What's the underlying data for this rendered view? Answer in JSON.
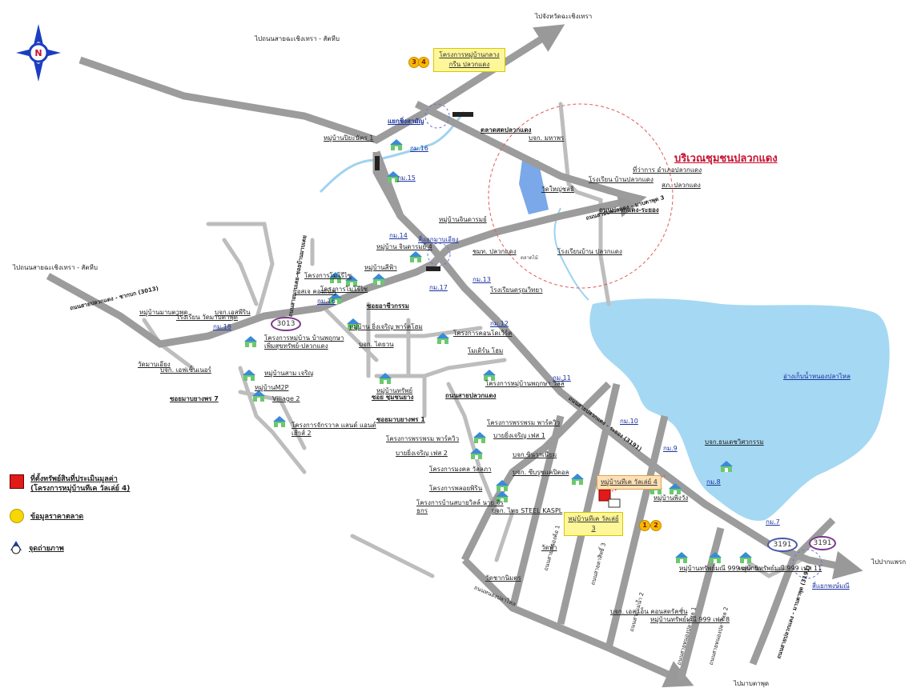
{
  "compass": {
    "letter": "N"
  },
  "title": "บริเวณชุมชนปลวกแดง",
  "directions": {
    "top_right": "ไปจังหวัดฉะเชิงเทรา",
    "top_left": "ไปถนนสายฉะเชิงเทรา - สัตหีบ",
    "left": "ไปถนนสายฉะเชิงเทรา - สัตหีบ",
    "right": "ไปปากแพรก",
    "bottom": "ไปมาบตาพุด"
  },
  "roads": {
    "r3013": "3013",
    "r3191a": "3191",
    "r3191b": "3191"
  },
  "water": {
    "reservoir": "อ่างเก็บน้ำหนองปลาไหล"
  },
  "yellow_boxes": {
    "top_project": "โครงการหมู่บ้านกลาง กรีน ปลวกแดง",
    "subject": "หมู่บ้านทีเค วัลเล่ย์ 3",
    "subject_orange": "หมู่บ้านทีเค วัลเล่ย์ 4"
  },
  "badges": {
    "b1": "3",
    "b2": "4",
    "b3": "1",
    "b4": "2"
  },
  "labels": [
    {
      "id": "l1",
      "text": "แยกชิ่งสามัญ",
      "cls": "blue bold"
    },
    {
      "id": "l2",
      "text": "ตลาดสดปลวกแดง",
      "cls": "bold"
    },
    {
      "id": "l3",
      "text": "บจก. มหาพร",
      "cls": ""
    },
    {
      "id": "l4",
      "text": "หมู่บ้านปิยะนัคร 1",
      "cls": ""
    },
    {
      "id": "l5",
      "text": "กม.16",
      "cls": "blue"
    },
    {
      "id": "l6",
      "text": "กม.15",
      "cls": "blue"
    },
    {
      "id": "l7",
      "text": "วัดใหญ่ชลธิ",
      "cls": ""
    },
    {
      "id": "l8",
      "text": "โรงเรียน บ้านปลวกแดง",
      "cls": ""
    },
    {
      "id": "l9",
      "text": "ที่ว่าการ อำเภอปลวกแดง",
      "cls": ""
    },
    {
      "id": "l10",
      "text": "สภ. ปลวกแดง",
      "cls": ""
    },
    {
      "id": "l11",
      "text": "ถนนปลวกแดง-ระยอง",
      "cls": "bold"
    },
    {
      "id": "l12",
      "text": "หมู่บ้านจินดารมย์",
      "cls": ""
    },
    {
      "id": "l13",
      "text": "กม.14",
      "cls": "blue"
    },
    {
      "id": "l14",
      "text": "สี่แยกมาบเอียง",
      "cls": "blue"
    },
    {
      "id": "l15",
      "text": "หมู่บ้าน จินดารมย์ 4",
      "cls": ""
    },
    {
      "id": "l16",
      "text": "ชมท. ปลวกแดง",
      "cls": ""
    },
    {
      "id": "l17",
      "text": "โรงเรียนบ้าน ปลวกแดง",
      "cls": ""
    },
    {
      "id": "l18",
      "text": "ตลาดไม้",
      "cls": "small"
    },
    {
      "id": "l19",
      "text": "หมู่บ้านสีฟ้า",
      "cls": ""
    },
    {
      "id": "l20",
      "text": "กม.17",
      "cls": "blue"
    },
    {
      "id": "l21",
      "text": "กม.13",
      "cls": "blue"
    },
    {
      "id": "l22",
      "text": "โรงเรียนดรุณวิทยา",
      "cls": ""
    },
    {
      "id": "l23",
      "text": "โครงการโมโรีไซ",
      "cls": ""
    },
    {
      "id": "l24",
      "text": "โครงการโมโรีไซ",
      "cls": ""
    },
    {
      "id": "l25",
      "text": "เอสเจ คอนเน็ค",
      "cls": ""
    },
    {
      "id": "l26",
      "text": "กม.16",
      "cls": "blue"
    },
    {
      "id": "l27",
      "text": "ซอยอาชีวกรรม",
      "cls": "bold"
    },
    {
      "id": "l28",
      "text": "กม.12",
      "cls": "blue"
    },
    {
      "id": "l29",
      "text": "โครงการคอนโดเวิร์ค",
      "cls": ""
    },
    {
      "id": "l30",
      "text": "โมเดิร์น โฮม",
      "cls": ""
    },
    {
      "id": "l31",
      "text": "หมู่บ้าน ยิ่งเจริญ พาร์คโฮม",
      "cls": ""
    },
    {
      "id": "l32",
      "text": "บจก. ไดยวน",
      "cls": ""
    },
    {
      "id": "l33",
      "text": "โครงการหมู่บ้าน บ้านพฤกษา เพิ่มสุขทรัพย์-ปลวกแดง",
      "cls": ""
    },
    {
      "id": "l34",
      "text": "บจก. เอฟเซ็นเนอร์",
      "cls": ""
    },
    {
      "id": "l35",
      "text": "บจก.เอสพีริน",
      "cls": ""
    },
    {
      "id": "l36",
      "text": "กม.18",
      "cls": "blue"
    },
    {
      "id": "l37",
      "text": "โรงเรียน วัดมาบตาพุด",
      "cls": ""
    },
    {
      "id": "l38",
      "text": "วัดมาบเอียง",
      "cls": ""
    },
    {
      "id": "l39",
      "text": "หมู่บ้านมาบตาพุด",
      "cls": ""
    },
    {
      "id": "l40",
      "text": "หมู่บ้านสาม เจริญ",
      "cls": ""
    },
    {
      "id": "l41",
      "text": "หมู่บ้านM2P",
      "cls": ""
    },
    {
      "id": "l42",
      "text": "Village 2",
      "cls": ""
    },
    {
      "id": "l43",
      "text": "ซอยมาบยางพร 7",
      "cls": "bold"
    },
    {
      "id": "l44",
      "text": "ซอยมาบยางพร 1",
      "cls": "bold"
    },
    {
      "id": "l45",
      "text": "ซอย ชุมชนยาง",
      "cls": "bold"
    },
    {
      "id": "l46",
      "text": "หมู่บ้านทรัพย์",
      "cls": ""
    },
    {
      "id": "l47",
      "text": "โครงการหมู่บ้านพฤกษา วิลล์",
      "cls": ""
    },
    {
      "id": "l48",
      "text": "กม.11",
      "cls": "blue"
    },
    {
      "id": "l49",
      "text": "ถนนสายปลวกแดง",
      "cls": "bold"
    },
    {
      "id": "l50",
      "text": "โครงการจักรวาล แลนด์ แอนด์ เฮ้าส์ 2",
      "cls": ""
    },
    {
      "id": "l51",
      "text": "โครงการพรรพรม พาร์ควิว",
      "cls": ""
    },
    {
      "id": "l52",
      "text": "บายยิ่งเจริญ เฟส 1",
      "cls": ""
    },
    {
      "id": "l53",
      "text": "กม.10",
      "cls": "blue"
    },
    {
      "id": "l54",
      "text": "โครงการพรรพรม พาร์ควิว",
      "cls": ""
    },
    {
      "id": "l55",
      "text": "บายยิ่งเจริญ เฟส 2",
      "cls": ""
    },
    {
      "id": "l56",
      "text": "บจก.ซินวาเนียม",
      "cls": ""
    },
    {
      "id": "l57",
      "text": "กม.9",
      "cls": "blue"
    },
    {
      "id": "l58",
      "text": "บจก.ธนเดชวิศวกรรม",
      "cls": ""
    },
    {
      "id": "l59",
      "text": "โครงการมงคล วัลลภา",
      "cls": ""
    },
    {
      "id": "l60",
      "text": "บจก. ซีบรูซแคปิตอล",
      "cls": ""
    },
    {
      "id": "l61",
      "text": "โครงการพลอยพิริน",
      "cls": ""
    },
    {
      "id": "l62",
      "text": "หมู่บ้านพิงวัง",
      "cls": ""
    },
    {
      "id": "l63",
      "text": "กม.8",
      "cls": "blue"
    },
    {
      "id": "l64",
      "text": "บจก. ไทย STEEL KASPL",
      "cls": ""
    },
    {
      "id": "l65",
      "text": "โครงการบ้านสบายวิลล์ นาย จิรธกร",
      "cls": ""
    },
    {
      "id": "l66",
      "text": "กม.7",
      "cls": "blue"
    },
    {
      "id": "l67",
      "text": "วัดท้า",
      "cls": ""
    },
    {
      "id": "l68",
      "text": "วัดชากนิมตร",
      "cls": ""
    },
    {
      "id": "l69",
      "text": "หมู่บ้านทรัพย์มณี 999 เฟส 5",
      "cls": ""
    },
    {
      "id": "l70",
      "text": "หมู่บ้านทรัพย์มณี 999 เฟส 11",
      "cls": ""
    },
    {
      "id": "l71",
      "text": "บจก. เอส เอ็น คอนสตรัคชั่น",
      "cls": ""
    },
    {
      "id": "l72",
      "text": "หมู่บ้านทรัพย์มณี 999 เฟส 8",
      "cls": ""
    },
    {
      "id": "l73",
      "text": "สี่แยกพงษ์มณี",
      "cls": "blue"
    }
  ],
  "road_names": {
    "rn1": "ถนนสายปลวกแดง - ชากบก (3013)",
    "rn2": "ถนนสายปลวกแดง - ระยอง (3191)",
    "rn3": "ถนนสายปลวกแดง - มาบตาพุด (3191)",
    "rn4": "ถนนสายมาบเตย-ซอยบ้านมาบเตย",
    "rn5": "ถนนสายหนองค้อ 1",
    "rn6": "ถนนหนองปลาไหล",
    "rn7": "ถนนสายตาสิทธิ์ 3",
    "rn8": "ถนนสายแม่น้ำ 2",
    "rn9": "ถนนสายหนองปลาไหล 1",
    "rn10": "ถนนสายหนองปลาไหล 2",
    "rn11": "ถนนสายปลวกแดง - มาบตาพุด 3"
  },
  "legend": {
    "item1_line1": "ที่ตั้งทรัพย์สินที่ประเมินมูลค่า",
    "item1_line2": "(โครงการหมู่บ้านทีเค วัลเล่ย์ 4)",
    "item2": "ข้อมูลราคาตลาด",
    "item3": "จุดถ่ายภาพ"
  }
}
